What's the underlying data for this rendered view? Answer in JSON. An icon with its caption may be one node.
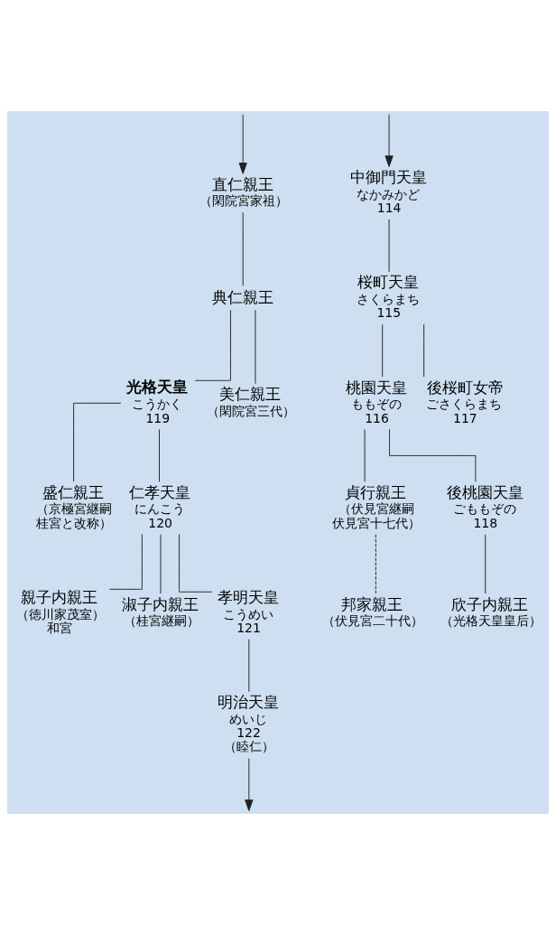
{
  "diagram": {
    "nodes": [
      {
        "text": [
          "直仁親王"
        ],
        "beside": [
          "（閑院宮家祖）"
        ]
      },
      {
        "text": [
          "中御門天皇"
        ],
        "beside": [
          "なかみかど",
          "114"
        ]
      },
      {
        "text": [
          "典仁親王"
        ]
      },
      {
        "text": [
          "桜町天皇"
        ],
        "beside": [
          "さくらまち",
          "115"
        ]
      },
      {
        "text": [
          "光格天皇"
        ],
        "beside": [
          "こうかく",
          "119"
        ]
      },
      {
        "text": [
          "美仁親王"
        ],
        "beside": [
          "（閑院宮三代）"
        ]
      },
      {
        "text": [
          "桃園天皇"
        ],
        "beside": [
          "ももぞの",
          "116"
        ]
      },
      {
        "text": [
          "後桜町女帝"
        ],
        "beside": [
          "ごさくらまち",
          "117"
        ]
      },
      {
        "text": [
          "盛仁親王"
        ],
        "beside": [
          "（京極宮継嗣",
          "桂宮と改称）"
        ]
      },
      {
        "text": [
          "仁孝天皇"
        ],
        "beside": [
          "にんこう",
          "120"
        ]
      },
      {
        "text": [
          "貞行親王"
        ],
        "beside": [
          "（伏見宮継嗣",
          "伏見宮十七代）"
        ]
      },
      {
        "text": [
          "後桃園天皇"
        ],
        "beside": [
          "ごももぞの",
          "118"
        ]
      },
      {
        "text": [
          "親子内親王"
        ],
        "beside": [
          "（徳川家茂室）",
          "和宮"
        ]
      },
      {
        "text": [
          "淑子内親王"
        ],
        "beside": [
          "（桂宮継嗣）"
        ]
      },
      {
        "text": [
          "孝明天皇"
        ],
        "beside": [
          "こうめい",
          "121"
        ]
      },
      {
        "text": [
          "邦家親王"
        ],
        "beside": [
          "（伏見宮二十代）"
        ]
      },
      {
        "text": [
          "欣子内親王"
        ],
        "beside": [
          "（光格天皇皇后）"
        ]
      },
      {
        "text": [
          "明治天皇"
        ],
        "beside": [
          "めいじ",
          "122",
          "（睦仁）"
        ]
      }
    ],
    "edges": [
      {
        "from": null,
        "to": 0,
        "arrow": "to"
      },
      {
        "from": null,
        "to": 1,
        "arrow": "to"
      },
      {
        "from": 0,
        "to": 2,
        "arrow": "none"
      },
      {
        "from": 1,
        "to": 3,
        "arrow": "none"
      },
      {
        "from": 2,
        "to": 4,
        "arrow": "none"
      },
      {
        "from": 2,
        "to": 5,
        "arrow": "none"
      },
      {
        "from": 3,
        "to": 6,
        "arrow": "none"
      },
      {
        "from": 3,
        "to": 7,
        "arrow": "none"
      },
      {
        "from": 4,
        "to": 8,
        "arrow": "none"
      },
      {
        "from": 4,
        "to": 9,
        "arrow": "none"
      },
      {
        "from": 6,
        "to": 10,
        "arrow": "none"
      },
      {
        "from": 6,
        "to": 11,
        "arrow": "none"
      },
      {
        "from": 9,
        "to": 12,
        "arrow": "none"
      },
      {
        "from": 9,
        "to": 13,
        "arrow": "none"
      },
      {
        "from": 9,
        "to": 14,
        "arrow": "none"
      },
      {
        "from": 10,
        "to": 15,
        "arrow": "none",
        "style": "dashed"
      },
      {
        "from": 11,
        "to": 16,
        "arrow": "none"
      },
      {
        "from": 14,
        "to": 17,
        "arrow": "none"
      },
      {
        "from": 17,
        "to": null,
        "arrow": "to"
      }
    ]
  }
}
